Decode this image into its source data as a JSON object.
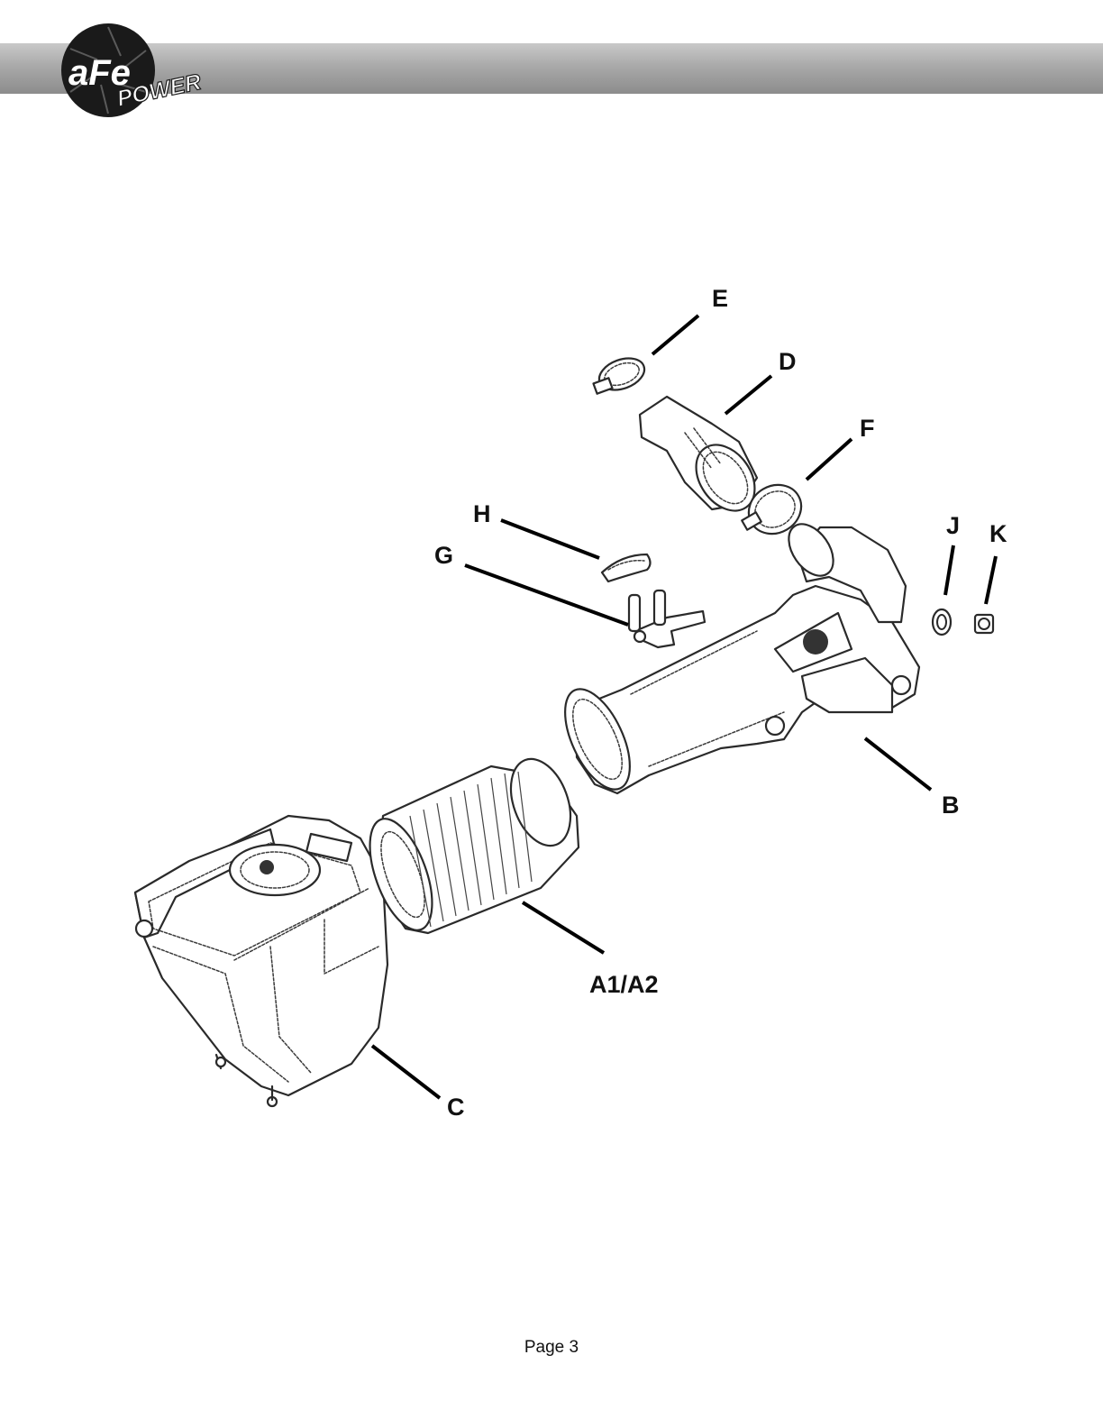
{
  "header": {
    "logo_text_primary": "aFe",
    "logo_text_secondary": "POWER"
  },
  "callouts": [
    {
      "id": "E",
      "label": "E"
    },
    {
      "id": "D",
      "label": "D"
    },
    {
      "id": "F",
      "label": "F"
    },
    {
      "id": "H",
      "label": "H"
    },
    {
      "id": "G",
      "label": "G"
    },
    {
      "id": "J",
      "label": "J"
    },
    {
      "id": "K",
      "label": "K"
    },
    {
      "id": "B",
      "label": "B"
    },
    {
      "id": "A1A2",
      "label": "A1/A2"
    },
    {
      "id": "C",
      "label": "C"
    }
  ],
  "footer": {
    "page_label": "Page 3"
  }
}
